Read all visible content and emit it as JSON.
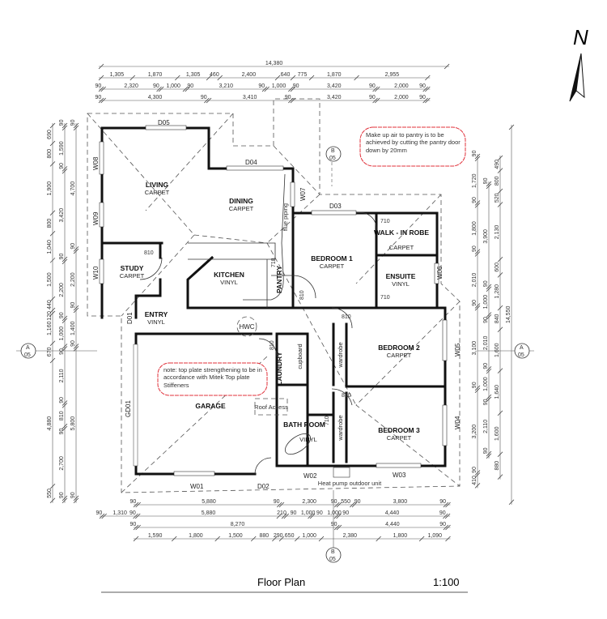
{
  "north_label": "N",
  "title": "Floor Plan",
  "scale": "1:100",
  "rooms": [
    {
      "name": "LIVING",
      "finish": "CARPET"
    },
    {
      "name": "DINING",
      "finish": "CARPET"
    },
    {
      "name": "STUDY",
      "finish": "CARPET"
    },
    {
      "name": "KITCHEN",
      "finish": "VINYL"
    },
    {
      "name": "ENTRY",
      "finish": "VINYL"
    },
    {
      "name": "BEDROOM 1",
      "finish": "CARPET"
    },
    {
      "name": "WALK - IN ROBE",
      "finish": "CARPET"
    },
    {
      "name": "ENSUITE",
      "finish": "VINYL"
    },
    {
      "name": "BEDROOM 2",
      "finish": "CARPET"
    },
    {
      "name": "BEDROOM 3",
      "finish": "CARPET"
    },
    {
      "name": "GARAGE",
      "finish": ""
    },
    {
      "name": "BATH ROOM",
      "finish": "VINYL"
    }
  ],
  "labels": {
    "pantry": "PANTRY",
    "laundry": "LAUNDRY",
    "cupboard": "cupboard",
    "wardrobe": "wardrobe",
    "hwc": "HWC",
    "roof_access": "Roof Access",
    "heat_pump": "Heat pump outdoor unit",
    "flue": "flue piping"
  },
  "openings": {
    "D01": "D01",
    "D02": "D02",
    "D03": "D03",
    "D04": "D04",
    "D05": "D05",
    "GD01": "GD01",
    "W01": "W01",
    "W02": "W02",
    "W03": "W03",
    "W04": "W04",
    "W05": "W05",
    "W06": "W06",
    "W07": "W07",
    "W08": "W08",
    "W09": "W09",
    "W10": "W10"
  },
  "door_widths": {
    "study": "810",
    "pantry": "718",
    "bed1": "810",
    "wir": "710",
    "ensuite": "710",
    "bed2": "810",
    "bed3": "810",
    "laundry": "810",
    "bath": "710"
  },
  "notes": {
    "pantry_air": "Make up air to pantry is to be achieved by cutting the pantry door down by 20mm",
    "top_plate": "note: top plate strengthening to be in accordance with Mitek Top plate Stiffeners"
  },
  "sections": {
    "a": "A",
    "b": "B",
    "sheet": "05"
  },
  "dimensions": {
    "top": [
      [
        "14,380"
      ],
      [
        "1,305",
        "1,870",
        "1,305",
        "460",
        "2,400",
        "640",
        "775",
        "1,870",
        "2,955"
      ],
      [
        "90",
        "2,320",
        "90",
        "1,000",
        "90",
        "3,210",
        "90",
        "1,000",
        "90",
        "3,420",
        "90",
        "2,000",
        "90"
      ],
      [
        "90",
        "4,300",
        "90",
        "3,410",
        "90",
        "3,420",
        "90",
        "2,000",
        "90"
      ]
    ],
    "bottom": [
      [
        "90",
        "5,880",
        "90",
        "2,300",
        "90",
        "550",
        "90",
        "3,800",
        "90"
      ],
      [
        "90",
        "1,310",
        "90",
        "5,880",
        "210",
        "90",
        "1,000",
        "90",
        "1,000",
        "90",
        "4,440",
        "90"
      ],
      [
        "90",
        "8,270",
        "90",
        "4,440",
        "90"
      ],
      [
        "1,590",
        "1,800",
        "1,500",
        "880",
        "290",
        "650",
        "1,000",
        "2,380",
        "1,800",
        "1,090"
      ]
    ],
    "left": [
      [
        "690",
        "800",
        "1,900",
        "800",
        "1,040",
        "1,500",
        "440",
        "120",
        "1,160",
        "670",
        "4,880",
        "550"
      ],
      [
        "90",
        "1,590",
        "90",
        "3,420",
        "90",
        "2,200",
        "90",
        "1,000",
        "90",
        "2,110",
        "90",
        "810",
        "90",
        "2,700",
        "90"
      ],
      [
        "90",
        "4,700",
        "90",
        "2,200",
        "90",
        "1,400",
        "90",
        "5,800",
        "90"
      ]
    ],
    "right": [
      [
        "90",
        "1,720",
        "90",
        "1,800",
        "90",
        "2,010",
        "90",
        "3,100",
        "90",
        "3,200",
        "90",
        "410"
      ],
      [
        "90",
        "3,900",
        "90",
        "1,000",
        "90",
        "2,010",
        "90",
        "1,000",
        "90",
        "2,110",
        "90"
      ],
      [
        "490",
        "800",
        "520",
        "2,130",
        "600",
        "1,280",
        "840",
        "1,600",
        "1,640",
        "1,600",
        "880"
      ],
      [
        "14,550"
      ]
    ]
  }
}
